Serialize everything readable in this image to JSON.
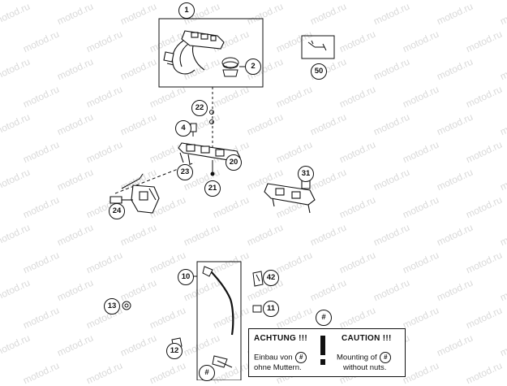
{
  "watermark": {
    "text": "motod.ru"
  },
  "callouts": [
    {
      "id": "c1",
      "label": "1"
    },
    {
      "id": "c2",
      "label": "2"
    },
    {
      "id": "c50",
      "label": "50"
    },
    {
      "id": "c22",
      "label": "22"
    },
    {
      "id": "c4",
      "label": "4"
    },
    {
      "id": "c20",
      "label": "20"
    },
    {
      "id": "c23",
      "label": "23"
    },
    {
      "id": "c21",
      "label": "21"
    },
    {
      "id": "c31",
      "label": "31"
    },
    {
      "id": "c24",
      "label": "24"
    },
    {
      "id": "c10",
      "label": "10"
    },
    {
      "id": "c42",
      "label": "42"
    },
    {
      "id": "c13",
      "label": "13"
    },
    {
      "id": "c11",
      "label": "11"
    },
    {
      "id": "c12",
      "label": "12"
    },
    {
      "id": "chash",
      "label": "#"
    },
    {
      "id": "chash2",
      "label": "#"
    }
  ],
  "warning": {
    "left_title": "ACHTUNG !!!",
    "right_title": "CAUTION !!!",
    "left_line1_a": "Einbau von",
    "left_line1_mark": "#",
    "left_line2": "ohne Muttern.",
    "right_line1_a": "Mounting of",
    "right_line1_mark": "#",
    "right_line2": "without nuts."
  }
}
